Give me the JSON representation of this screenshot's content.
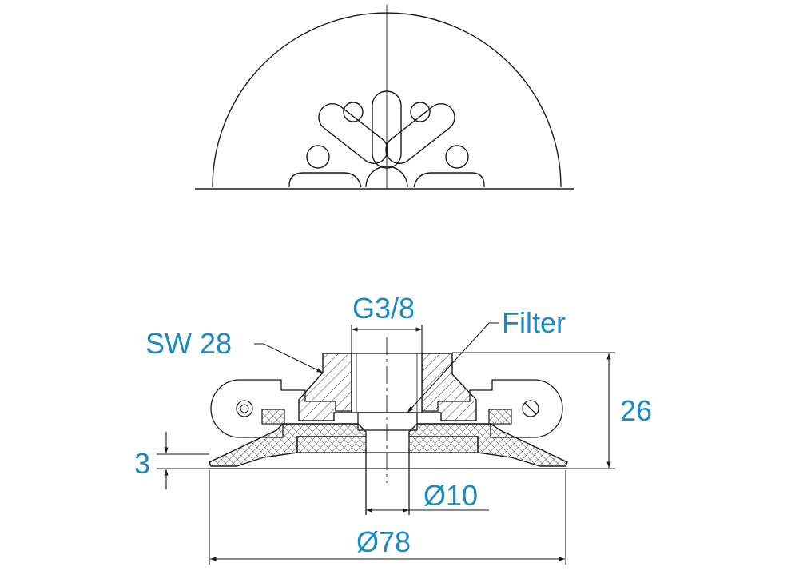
{
  "labels": {
    "thread": "G3/8",
    "filter": "Filter",
    "wrench": "SW 28",
    "height": "26",
    "lip": "3",
    "bore": "Ø10",
    "diameter": "Ø78"
  },
  "colors": {
    "label": "#1a8ac0",
    "line": "#1a1a1a",
    "hatch": "#333333"
  }
}
